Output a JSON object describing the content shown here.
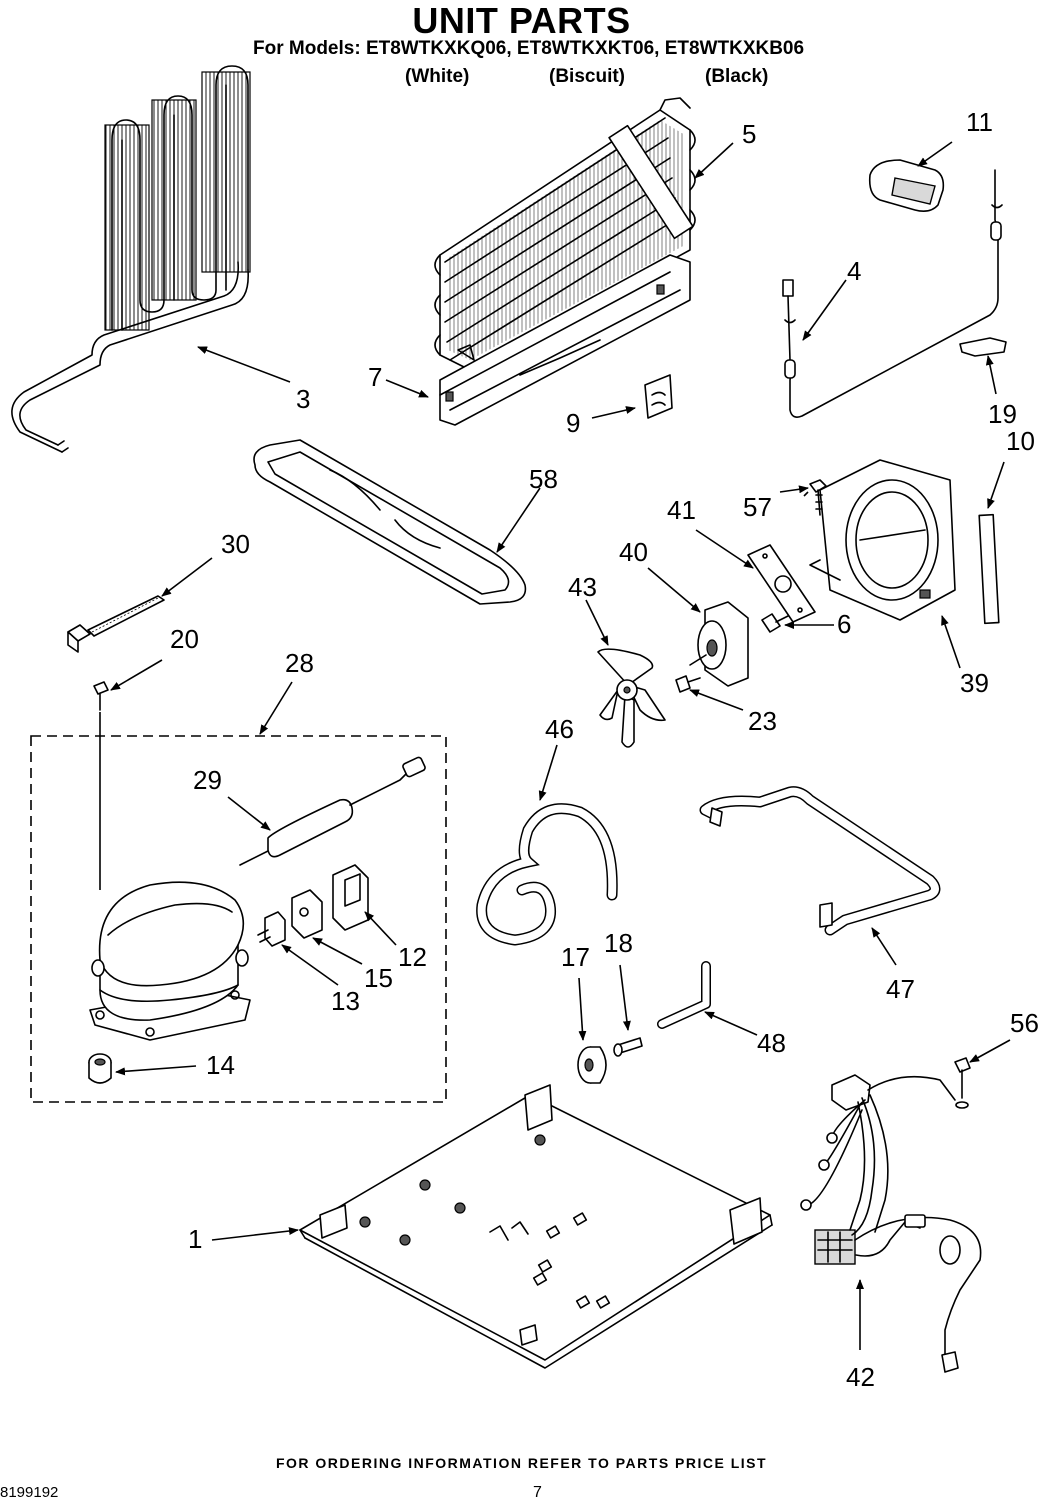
{
  "header": {
    "title": "UNIT PARTS",
    "models_line": "For Models: ET8WTKXKQ06, ET8WTKXKT06, ET8WTKXKB06",
    "variants": [
      "(White)",
      "(Biscuit)",
      "(Black)"
    ]
  },
  "callouts": {
    "c1": "1",
    "c3": "3",
    "c4": "4",
    "c5": "5",
    "c6": "6",
    "c7": "7",
    "c9": "9",
    "c10": "10",
    "c11": "11",
    "c12": "12",
    "c13": "13",
    "c14": "14",
    "c15": "15",
    "c17": "17",
    "c18": "18",
    "c19": "19",
    "c20": "20",
    "c23": "23",
    "c28": "28",
    "c29": "29",
    "c30": "30",
    "c39": "39",
    "c40": "40",
    "c41": "41",
    "c42": "42",
    "c43": "43",
    "c46": "46",
    "c47": "47",
    "c48": "48",
    "c56": "56",
    "c57": "57",
    "c58": "58"
  },
  "footer": {
    "ordering_note": "FOR ORDERING INFORMATION REFER TO PARTS PRICE LIST",
    "doc_number": "8199192",
    "page_number": "7"
  }
}
